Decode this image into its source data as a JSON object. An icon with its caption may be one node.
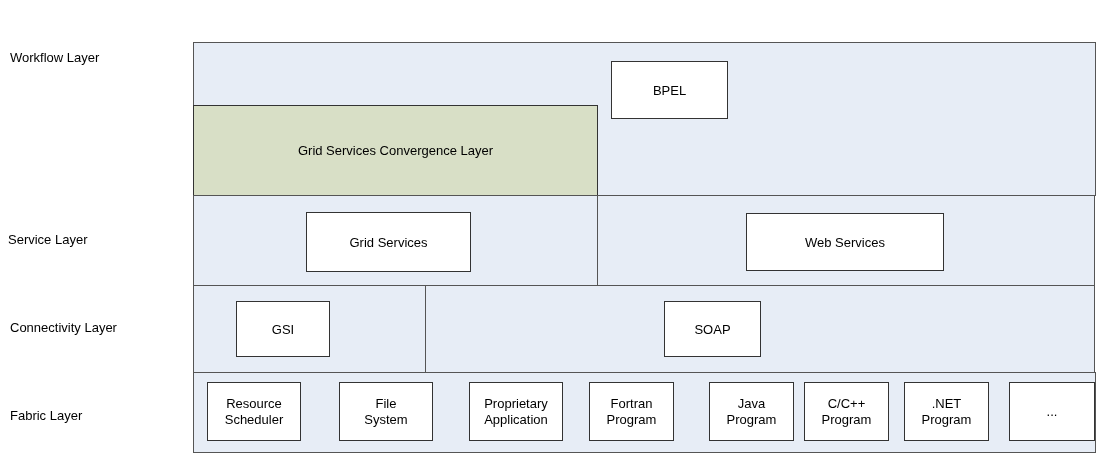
{
  "diagram": {
    "nodes": [
      {
        "text": [],
        "shape": "box"
      },
      {
        "text": [
          "BPEL"
        ],
        "in": 0
      },
      {
        "text": [
          "Grid Services Convergence Layer"
        ],
        "in": 0
      },
      {
        "text": [],
        "shape": "box"
      },
      {
        "text": [
          "Grid Services"
        ],
        "in": 3
      },
      {
        "text": [],
        "shape": "box"
      },
      {
        "text": [
          "Web Services"
        ],
        "in": 5
      },
      {
        "text": [],
        "shape": "box"
      },
      {
        "text": [
          "GSI"
        ],
        "in": 7
      },
      {
        "text": [],
        "shape": "box"
      },
      {
        "text": [
          "SOAP"
        ],
        "in": 9
      },
      {
        "text": [],
        "shape": "box"
      },
      {
        "text": [
          "Resource Scheduler"
        ],
        "in": 11
      },
      {
        "text": [
          "File System"
        ],
        "in": 11
      },
      {
        "text": [
          "Proprietary Application"
        ],
        "in": 11
      },
      {
        "text": [
          "Fortran Program"
        ],
        "in": 11
      },
      {
        "text": [
          "Java Program"
        ],
        "in": 11
      },
      {
        "text": [
          "C/C++ Program"
        ],
        "in": 11
      },
      {
        "text": [
          ".NET Program"
        ],
        "in": 11
      },
      {
        "text": [
          "..."
        ],
        "in": 11
      }
    ],
    "edges": [],
    "labels": [
      "Workflow Layer",
      "Service Layer",
      "Connectivity Layer",
      "Fabric Layer"
    ]
  }
}
